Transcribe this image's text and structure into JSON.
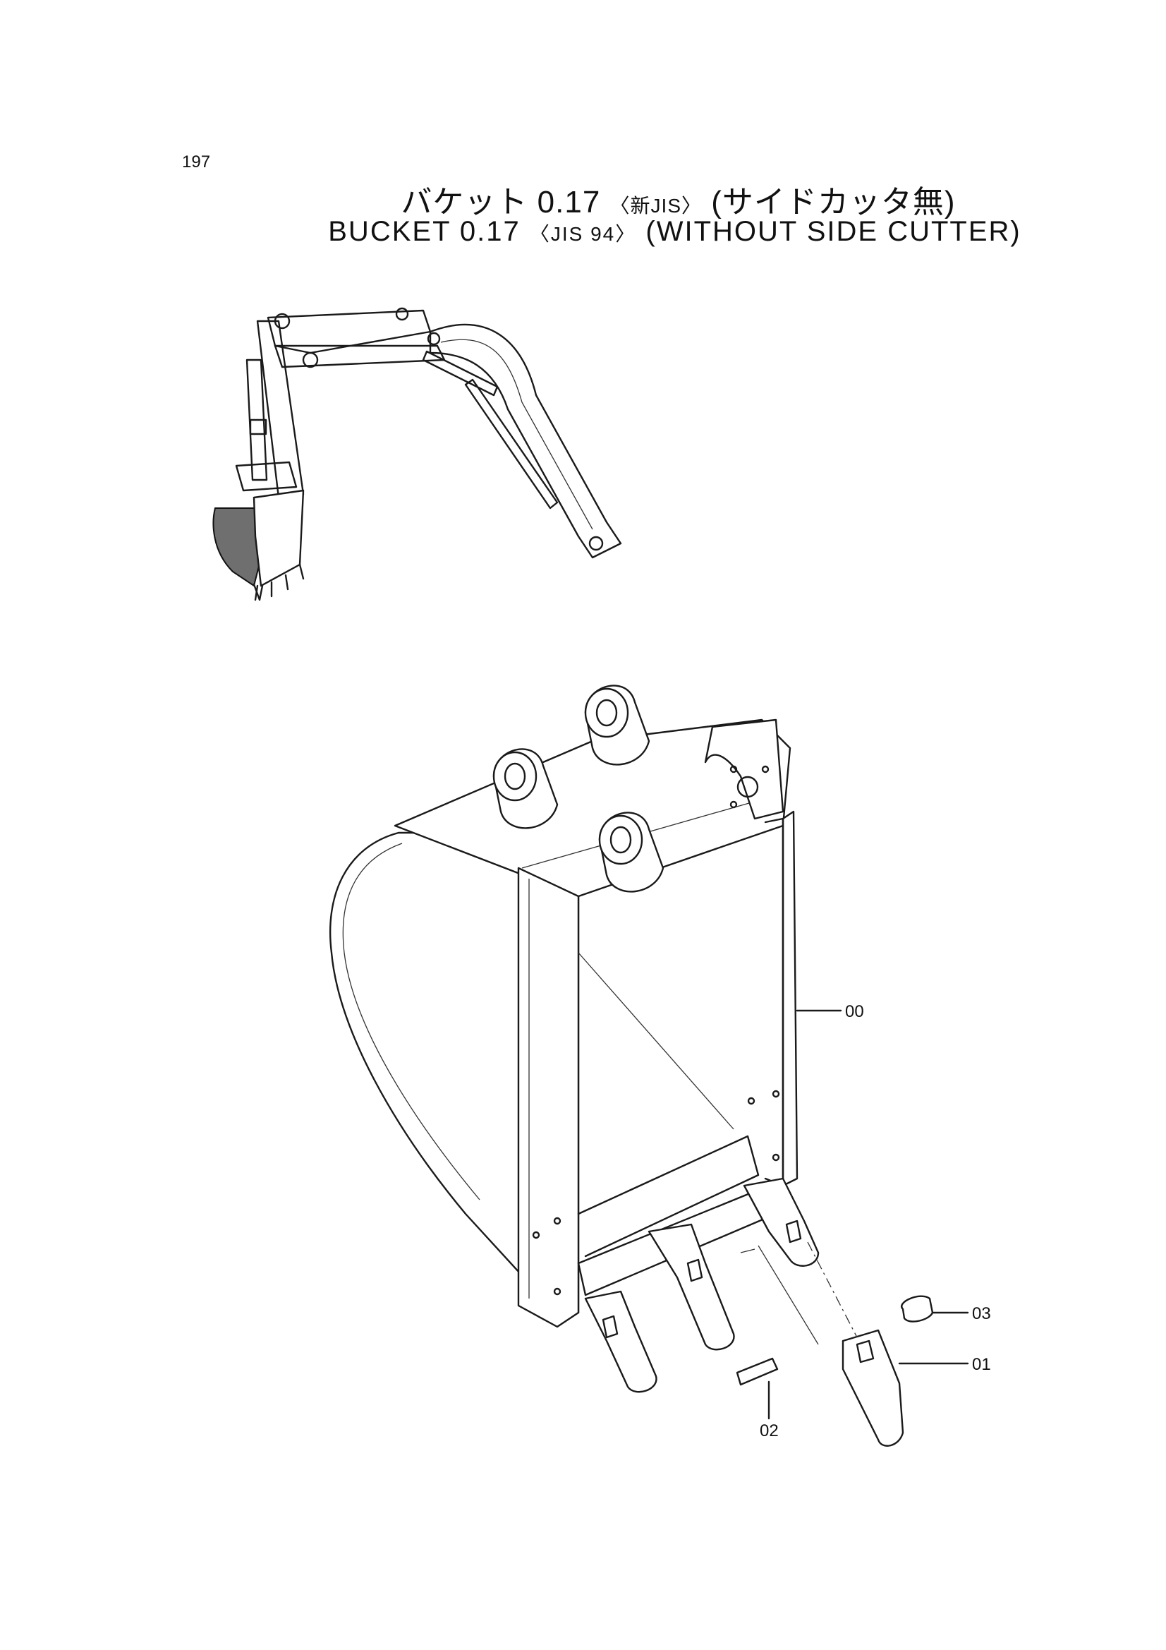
{
  "page": {
    "number": "197"
  },
  "title": {
    "ja_main": "バケット 0.17",
    "ja_std": "〈新JIS〉",
    "ja_note": "(サイドカッタ無)",
    "en_main": "BUCKET 0.17",
    "en_std": "〈JIS 94〉",
    "en_note": "(WITHOUT SIDE CUTTER)"
  },
  "callouts": {
    "bucket": "00",
    "tooth": "01",
    "pin": "02",
    "lock": "03"
  }
}
